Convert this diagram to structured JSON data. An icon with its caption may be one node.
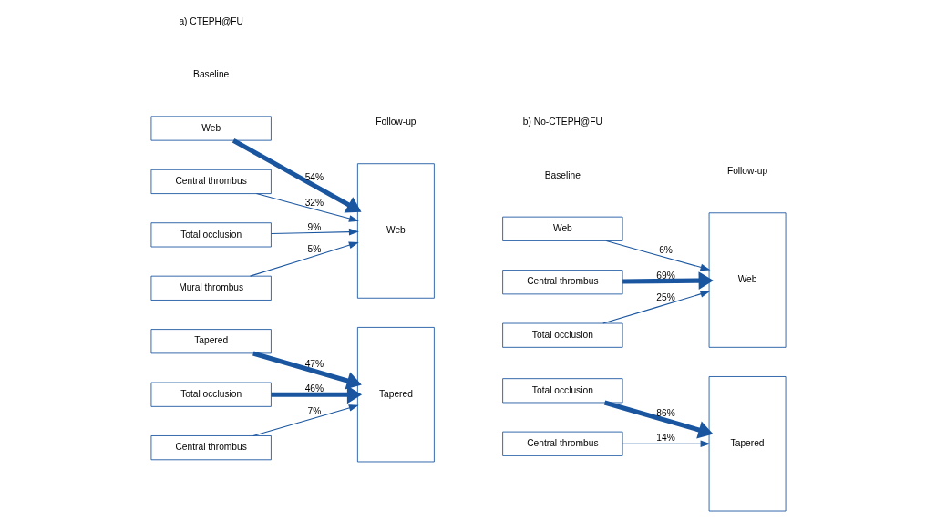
{
  "diagram": {
    "nodes": [
      {
        "text": [
          "Web"
        ]
      },
      {
        "text": [
          "Central thrombus"
        ]
      },
      {
        "text": [
          "Total occlusion"
        ]
      },
      {
        "text": [
          "Mural thrombus"
        ]
      },
      {
        "text": [
          "Web"
        ]
      },
      {
        "text": [
          "Tapered"
        ]
      },
      {
        "text": [
          "Total occlusion"
        ]
      },
      {
        "text": [
          "Central thrombus"
        ]
      },
      {
        "text": [
          "Tapered"
        ]
      },
      {
        "text": [
          "Web"
        ]
      },
      {
        "text": [
          "Central thrombus"
        ]
      },
      {
        "text": [
          "Total occlusion"
        ]
      },
      {
        "text": [
          "Web"
        ]
      },
      {
        "text": [
          "Total occlusion"
        ]
      },
      {
        "text": [
          "Central thrombus"
        ]
      },
      {
        "text": [
          "Tapered"
        ]
      }
    ],
    "edges": [
      {
        "from": 0,
        "to": 4,
        "arrow": "to",
        "label": "54%",
        "style": "thick"
      },
      {
        "from": 1,
        "to": 4,
        "arrow": "to",
        "label": "32%"
      },
      {
        "from": 2,
        "to": 4,
        "arrow": "to",
        "label": "9%"
      },
      {
        "from": 3,
        "to": 4,
        "arrow": "to",
        "label": "5%"
      },
      {
        "from": 5,
        "to": 8,
        "arrow": "to",
        "label": "47%",
        "style": "thick"
      },
      {
        "from": 6,
        "to": 8,
        "arrow": "to",
        "label": "46%",
        "style": "thick"
      },
      {
        "from": 7,
        "to": 8,
        "arrow": "to",
        "label": "7%"
      },
      {
        "from": 9,
        "to": 12,
        "arrow": "to",
        "label": "6%"
      },
      {
        "from": 10,
        "to": 12,
        "arrow": "to",
        "label": "69%",
        "style": "thick"
      },
      {
        "from": 11,
        "to": 12,
        "arrow": "to",
        "label": "25%"
      },
      {
        "from": 13,
        "to": 15,
        "arrow": "to",
        "label": "86%",
        "style": "thick"
      },
      {
        "from": 14,
        "to": 15,
        "arrow": "to",
        "label": "14%"
      }
    ],
    "labels": [
      "a) CTEPH@FU",
      "Baseline",
      "Follow-up",
      "b) No-CTEPH@FU",
      "Baseline",
      "Follow-up"
    ]
  }
}
